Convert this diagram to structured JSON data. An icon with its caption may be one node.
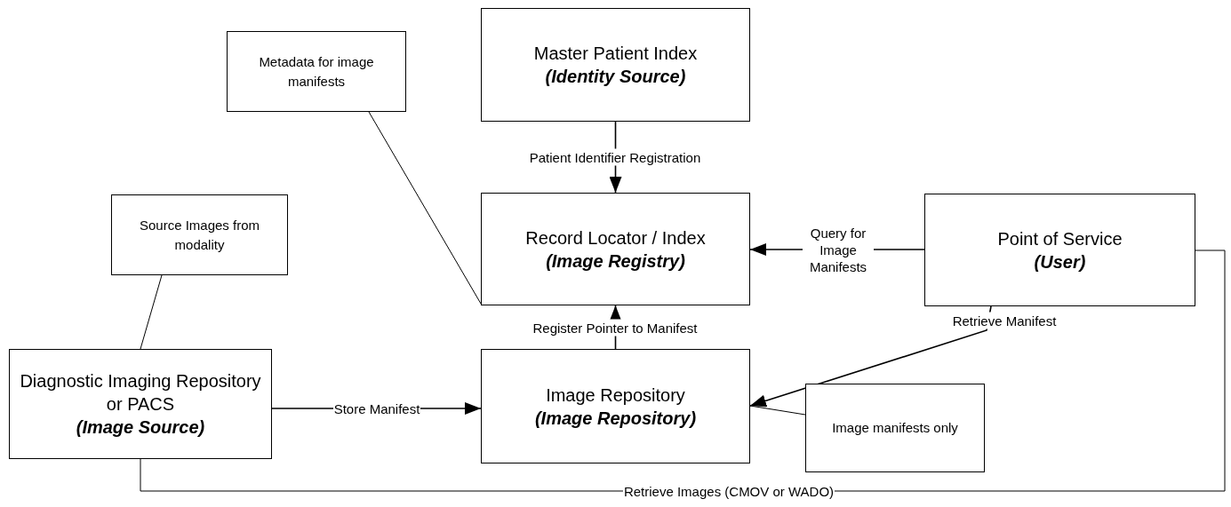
{
  "diagram": {
    "nodes": [
      {
        "text": [
          "Metadata for image manifests"
        ]
      },
      {
        "text": [
          "Master Patient Index",
          "(Identity Source)"
        ]
      },
      {
        "text": [
          "Source Images from modality"
        ]
      },
      {
        "text": [
          "Record Locator / Index",
          "(Image Registry)"
        ]
      },
      {
        "text": [
          "Point of Service",
          "(User)"
        ]
      },
      {
        "text": [
          "Diagnostic Imaging Repository or PACS",
          "(Image Source)"
        ]
      },
      {
        "text": [
          "Image Repository",
          "(Image Repository)"
        ]
      },
      {
        "text": [
          "Image manifests only"
        ]
      }
    ],
    "edges": [
      {
        "from": 0,
        "to": 3,
        "arrow": "none"
      },
      {
        "from": 1,
        "to": 3,
        "arrow": "to",
        "label": "Patient Identifier Registration"
      },
      {
        "from": 2,
        "to": 5,
        "arrow": "none"
      },
      {
        "from": 4,
        "to": 3,
        "arrow": "to",
        "label": "Query for Image Manifests"
      },
      {
        "from": 6,
        "to": 3,
        "arrow": "to",
        "label": "Register Pointer to Manifest"
      },
      {
        "from": 5,
        "to": 6,
        "arrow": "to",
        "label": "Store Manifest"
      },
      {
        "from": 4,
        "to": 6,
        "arrow": "to",
        "label": "Retrieve Manifest"
      },
      {
        "from": 7,
        "to": 6,
        "arrow": "none"
      },
      {
        "from": 5,
        "to": 4,
        "arrow": "none",
        "label": "Retrieve Images (CMOV or WADO)"
      }
    ]
  }
}
